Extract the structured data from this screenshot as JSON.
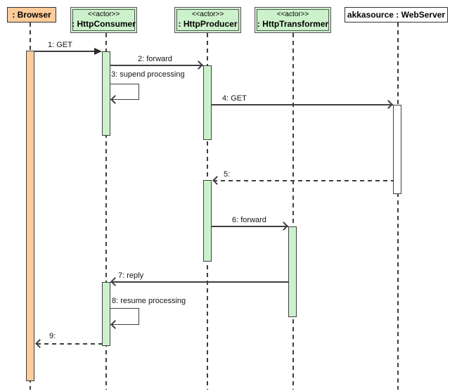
{
  "diagram_type": "uml-sequence-diagram",
  "colors": {
    "object_fill": "#FFCC99",
    "actor_fill": "#CCF2CC",
    "webserver_fill": "#FFFFFF",
    "line": "#3F3F3F",
    "background": "#FFFFFF"
  },
  "participants": [
    {
      "name": ": Browser",
      "kind": "object"
    },
    {
      "stereotype": "<<actor>>",
      "name": ": HttpConsumer",
      "kind": "actor"
    },
    {
      "stereotype": "<<actor>>",
      "name": ": HttpProducer",
      "kind": "actor"
    },
    {
      "stereotype": "<<actor>>",
      "name": ": HttpTransformer",
      "kind": "actor"
    },
    {
      "name": "akkasource : WebServer",
      "kind": "object"
    }
  ],
  "messages": [
    {
      "label": "1: GET",
      "from": ": Browser",
      "to": ": HttpConsumer",
      "line": "solid",
      "arrow": "filled"
    },
    {
      "label": "2: forward",
      "from": ": HttpConsumer",
      "to": ": HttpProducer",
      "line": "solid",
      "arrow": "open"
    },
    {
      "label": "3: supend processing",
      "from": ": HttpConsumer",
      "to": ": HttpConsumer",
      "line": "solid",
      "arrow": "open"
    },
    {
      "label": "4: GET",
      "from": ": HttpProducer",
      "to": "akkasource : WebServer",
      "line": "solid",
      "arrow": "open"
    },
    {
      "label": "5:",
      "from": "akkasource : WebServer",
      "to": ": HttpProducer",
      "line": "dashed",
      "arrow": "open"
    },
    {
      "label": "6: forward",
      "from": ": HttpProducer",
      "to": ": HttpTransformer",
      "line": "solid",
      "arrow": "open"
    },
    {
      "label": "7: reply",
      "from": ": HttpTransformer",
      "to": ": HttpConsumer",
      "line": "solid",
      "arrow": "open"
    },
    {
      "label": "8: resume processing",
      "from": ": HttpConsumer",
      "to": ": HttpConsumer",
      "line": "solid",
      "arrow": "open"
    },
    {
      "label": "9:",
      "from": ": HttpConsumer",
      "to": ": Browser",
      "line": "dashed",
      "arrow": "open"
    }
  ]
}
